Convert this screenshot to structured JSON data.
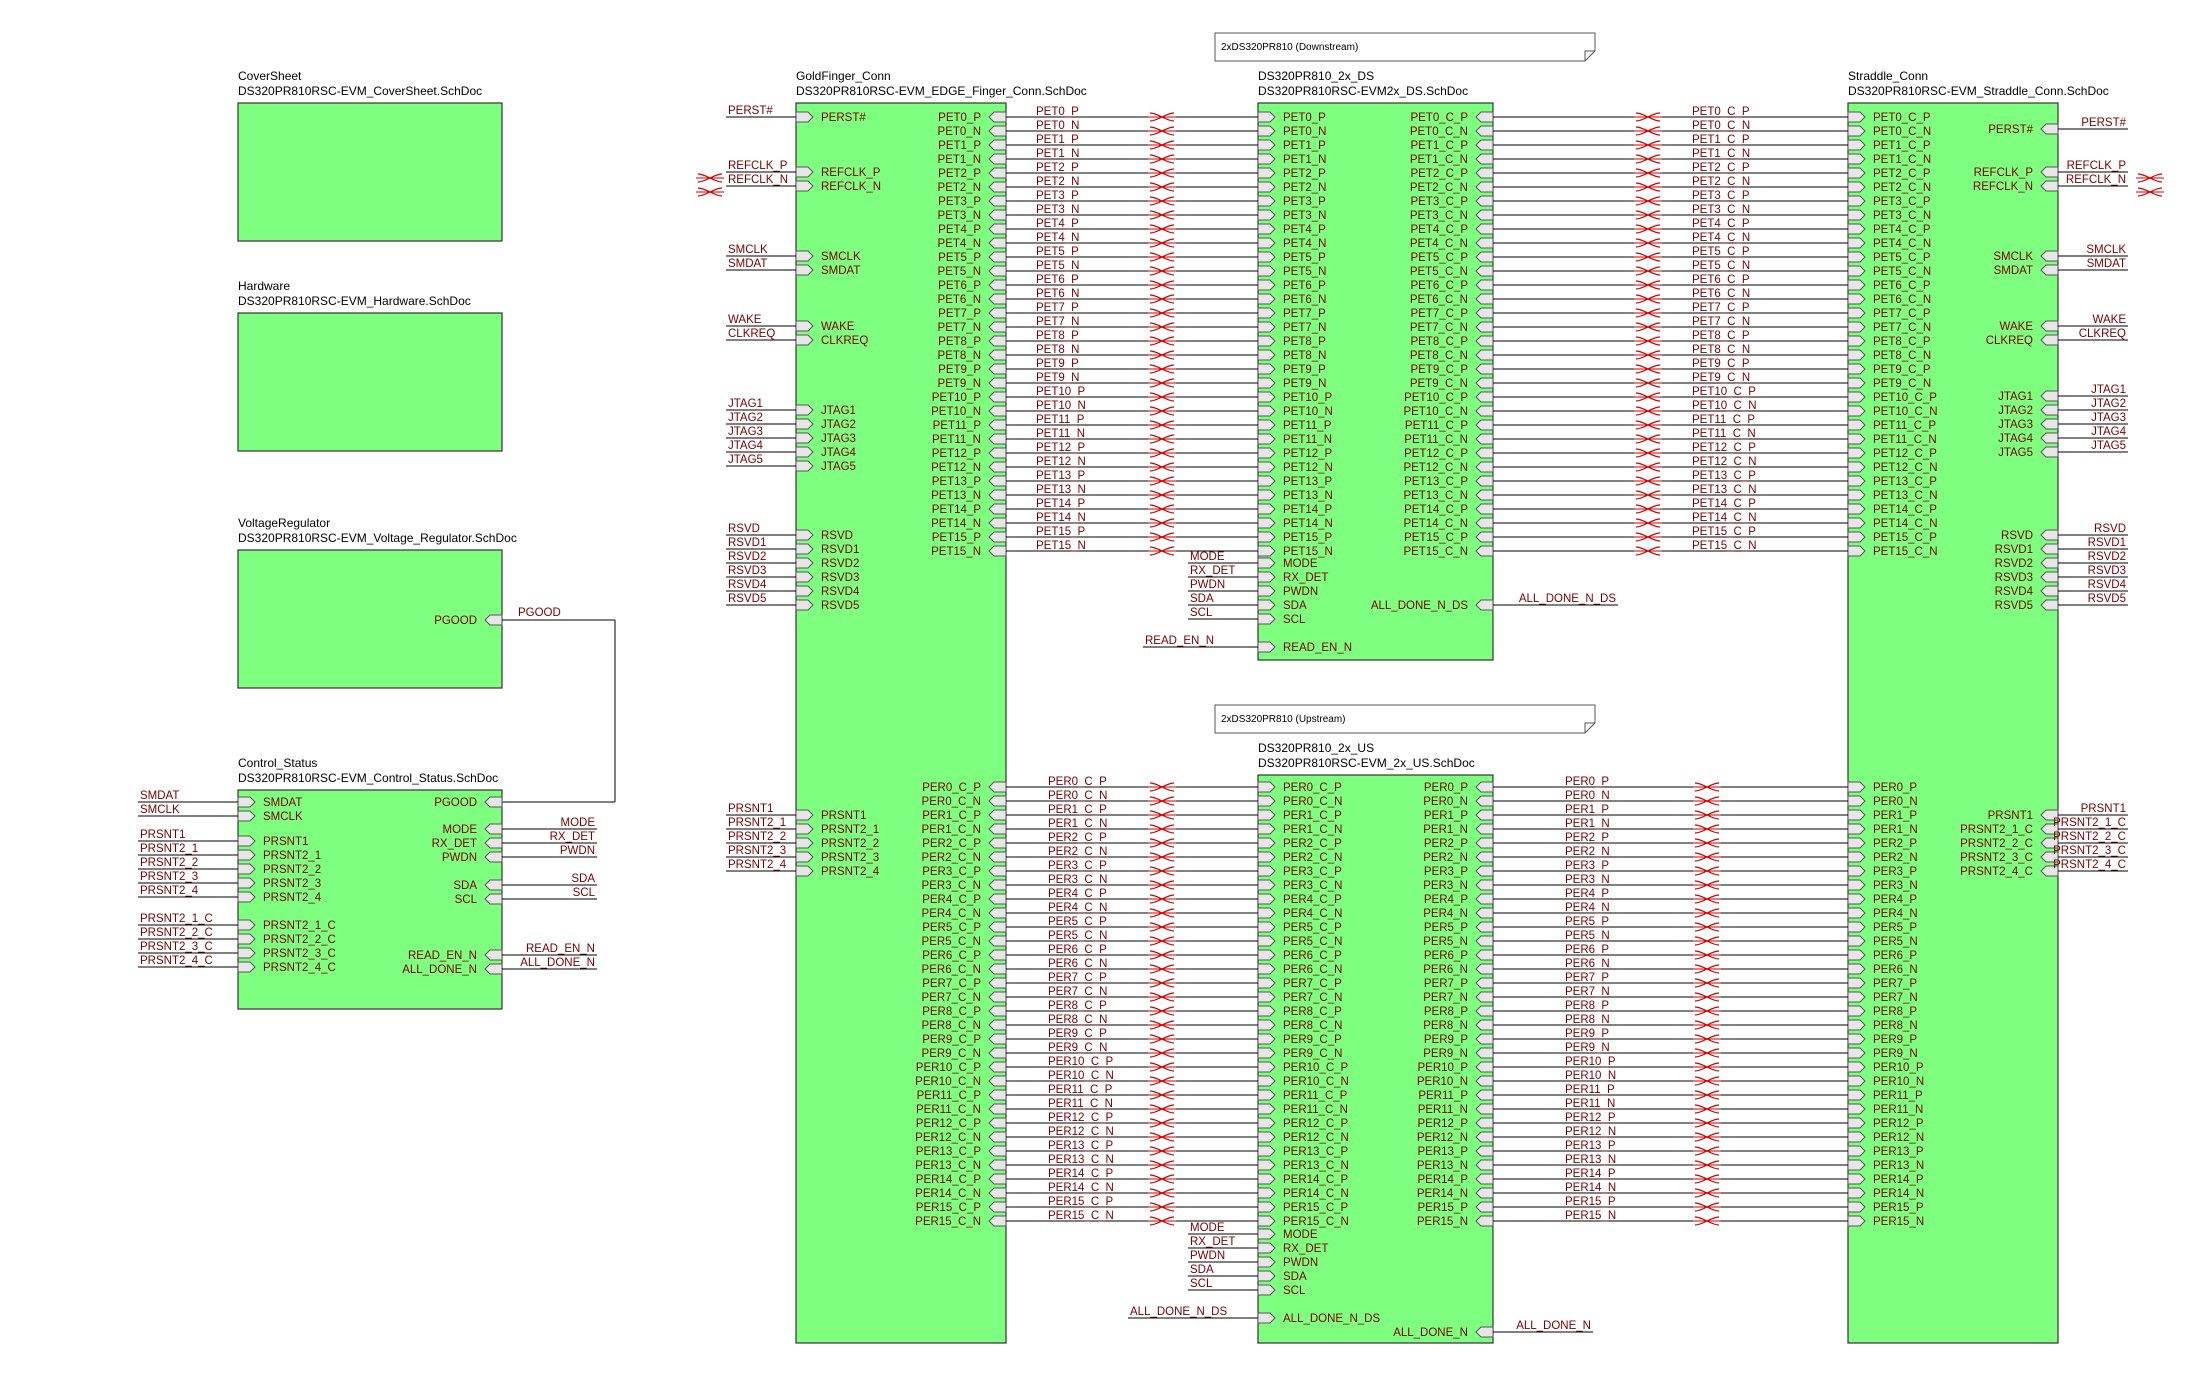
{
  "colors": {
    "block_fill": "#7fff7f",
    "block_stroke": "#333333",
    "wire": "#000000",
    "port_fill": "#e6e6e6",
    "pin_text": "#7a0000",
    "net_text": "#7a0000",
    "crossover": "#cc0000"
  },
  "notes": {
    "downstream": "2xDS320PR810 (Downstream)",
    "upstream": "2xDS320PR810 (Upstream)"
  },
  "sheets": {
    "cover": {
      "name": "CoverSheet",
      "file": "DS320PR810RSC-EVM_CoverSheet.SchDoc",
      "left_pins": [],
      "right_pins": []
    },
    "hardware": {
      "name": "Hardware",
      "file": "DS320PR810RSC-EVM_Hardware.SchDoc",
      "left_pins": [],
      "right_pins": []
    },
    "voltage": {
      "name": "VoltageRegulator",
      "file": "DS320PR810RSC-EVM_Voltage_Regulator.SchDoc",
      "left_pins": [],
      "right_pins": [
        "PGOOD"
      ]
    },
    "control": {
      "name": "Control_Status",
      "file": "DS320PR810RSC-EVM_Control_Status.SchDoc",
      "left_pins": [
        "SMDAT",
        "SMCLK",
        "PRSNT1",
        "PRSNT2_1",
        "PRSNT2_2",
        "PRSNT2_3",
        "PRSNT2_4",
        "PRSNT2_1_C",
        "PRSNT2_2_C",
        "PRSNT2_3_C",
        "PRSNT2_4_C"
      ],
      "right_pins": [
        "PGOOD",
        "MODE",
        "RX_DET",
        "PWDN",
        "SDA",
        "SCL",
        "READ_EN_N",
        "ALL_DONE_N"
      ]
    },
    "goldfinger": {
      "name": "GoldFinger_Conn",
      "file": "DS320PR810RSC-EVM_EDGE_Finger_Conn.SchDoc",
      "left_pins": [
        "PERST#",
        "REFCLK_P",
        "REFCLK_N",
        "SMCLK",
        "SMDAT",
        "WAKE",
        "CLKREQ",
        "JTAG1",
        "JTAG2",
        "JTAG3",
        "JTAG4",
        "JTAG5",
        "RSVD",
        "RSVD1",
        "RSVD2",
        "RSVD3",
        "RSVD4",
        "RSVD5",
        "PRSNT1",
        "PRSNT2_1",
        "PRSNT2_2",
        "PRSNT2_3",
        "PRSNT2_4"
      ],
      "right_pins": [
        "PET0_P",
        "PET0_N",
        "PET1_P",
        "PET1_N",
        "PET2_P",
        "PET2_N",
        "PET3_P",
        "PET3_N",
        "PET4_P",
        "PET4_N",
        "PET5_P",
        "PET5_N",
        "PET6_P",
        "PET6_N",
        "PET7_P",
        "PET7_N",
        "PET8_P",
        "PET8_N",
        "PET9_P",
        "PET9_N",
        "PET10_P",
        "PET10_N",
        "PET11_P",
        "PET11_N",
        "PET12_P",
        "PET12_N",
        "PET13_P",
        "PET13_N",
        "PET14_P",
        "PET14_N",
        "PET15_P",
        "PET15_N",
        "PER0_C_P",
        "PER0_C_N",
        "PER1_C_P",
        "PER1_C_N",
        "PER2_C_P",
        "PER2_C_N",
        "PER3_C_P",
        "PER3_C_N",
        "PER4_C_P",
        "PER4_C_N",
        "PER5_C_P",
        "PER5_C_N",
        "PER6_C_P",
        "PER6_C_N",
        "PER7_C_P",
        "PER7_C_N",
        "PER8_C_P",
        "PER8_C_N",
        "PER9_C_P",
        "PER9_C_N",
        "PER10_C_P",
        "PER10_C_N",
        "PER11_C_P",
        "PER11_C_N",
        "PER12_C_P",
        "PER12_C_N",
        "PER13_C_P",
        "PER13_C_N",
        "PER14_C_P",
        "PER14_C_N",
        "PER15_C_P",
        "PER15_C_N"
      ]
    },
    "ds": {
      "name": "DS320PR810_2x_DS",
      "file": "DS320PR810RSC-EVM2x_DS.SchDoc",
      "left_pins": [
        "PET0_P",
        "PET0_N",
        "PET1_P",
        "PET1_N",
        "PET2_P",
        "PET2_N",
        "PET3_P",
        "PET3_N",
        "PET4_P",
        "PET4_N",
        "PET5_P",
        "PET5_N",
        "PET6_P",
        "PET6_N",
        "PET7_P",
        "PET7_N",
        "PET8_P",
        "PET8_N",
        "PET9_P",
        "PET9_N",
        "PET10_P",
        "PET10_N",
        "PET11_P",
        "PET11_N",
        "PET12_P",
        "PET12_N",
        "PET13_P",
        "PET13_N",
        "PET14_P",
        "PET14_N",
        "PET15_P",
        "PET15_N",
        "MODE",
        "RX_DET",
        "PWDN",
        "SDA",
        "SCL",
        "READ_EN_N"
      ],
      "right_pins": [
        "PET0_C_P",
        "PET0_C_N",
        "PET1_C_P",
        "PET1_C_N",
        "PET2_C_P",
        "PET2_C_N",
        "PET3_C_P",
        "PET3_C_N",
        "PET4_C_P",
        "PET4_C_N",
        "PET5_C_P",
        "PET5_C_N",
        "PET6_C_P",
        "PET6_C_N",
        "PET7_C_P",
        "PET7_C_N",
        "PET8_C_P",
        "PET8_C_N",
        "PET9_C_P",
        "PET9_C_N",
        "PET10_C_P",
        "PET10_C_N",
        "PET11_C_P",
        "PET11_C_N",
        "PET12_C_P",
        "PET12_C_N",
        "PET13_C_P",
        "PET13_C_N",
        "PET14_C_P",
        "PET14_C_N",
        "PET15_C_P",
        "PET15_C_N",
        "ALL_DONE_N_DS"
      ]
    },
    "us": {
      "name": "DS320PR810_2x_US",
      "file": "DS320PR810RSC-EVM_2x_US.SchDoc",
      "left_pins": [
        "PER0_C_P",
        "PER0_C_N",
        "PER1_C_P",
        "PER1_C_N",
        "PER2_C_P",
        "PER2_C_N",
        "PER3_C_P",
        "PER3_C_N",
        "PER4_C_P",
        "PER4_C_N",
        "PER5_C_P",
        "PER5_C_N",
        "PER6_C_P",
        "PER6_C_N",
        "PER7_C_P",
        "PER7_C_N",
        "PER8_C_P",
        "PER8_C_N",
        "PER9_C_P",
        "PER9_C_N",
        "PER10_C_P",
        "PER10_C_N",
        "PER11_C_P",
        "PER11_C_N",
        "PER12_C_P",
        "PER12_C_N",
        "PER13_C_P",
        "PER13_C_N",
        "PER14_C_P",
        "PER14_C_N",
        "PER15_C_P",
        "PER15_C_N",
        "MODE",
        "RX_DET",
        "PWDN",
        "SDA",
        "SCL",
        "ALL_DONE_N_DS"
      ],
      "right_pins": [
        "PER0_P",
        "PER0_N",
        "PER1_P",
        "PER1_N",
        "PER2_P",
        "PER2_N",
        "PER3_P",
        "PER3_N",
        "PER4_P",
        "PER4_N",
        "PER5_P",
        "PER5_N",
        "PER6_P",
        "PER6_N",
        "PER7_P",
        "PER7_N",
        "PER8_P",
        "PER8_N",
        "PER9_P",
        "PER9_N",
        "PER10_P",
        "PER10_N",
        "PER11_P",
        "PER11_N",
        "PER12_P",
        "PER12_N",
        "PER13_P",
        "PER13_N",
        "PER14_P",
        "PER14_N",
        "PER15_P",
        "PER15_N",
        "ALL_DONE_N"
      ]
    },
    "straddle": {
      "name": "Straddle_Conn",
      "file": "DS320PR810RSC-EVM_Straddle_Conn.SchDoc",
      "left_pins": [
        "PET0_C_P",
        "PET0_C_N",
        "PET1_C_P",
        "PET1_C_N",
        "PET2_C_P",
        "PET2_C_N",
        "PET3_C_P",
        "PET3_C_N",
        "PET4_C_P",
        "PET4_C_N",
        "PET5_C_P",
        "PET5_C_N",
        "PET6_C_P",
        "PET6_C_N",
        "PET7_C_P",
        "PET7_C_N",
        "PET8_C_P",
        "PET8_C_N",
        "PET9_C_P",
        "PET9_C_N",
        "PET10_C_P",
        "PET10_C_N",
        "PET11_C_P",
        "PET11_C_N",
        "PET12_C_P",
        "PET12_C_N",
        "PET13_C_P",
        "PET13_C_N",
        "PET14_C_P",
        "PET14_C_N",
        "PET15_C_P",
        "PET15_C_N",
        "PER0_P",
        "PER0_N",
        "PER1_P",
        "PER1_N",
        "PER2_P",
        "PER2_N",
        "PER3_P",
        "PER3_N",
        "PER4_P",
        "PER4_N",
        "PER5_P",
        "PER5_N",
        "PER6_P",
        "PER6_N",
        "PER7_P",
        "PER7_N",
        "PER8_P",
        "PER8_N",
        "PER9_P",
        "PER9_N",
        "PER10_P",
        "PER10_N",
        "PER11_P",
        "PER11_N",
        "PER12_P",
        "PER12_N",
        "PER13_P",
        "PER13_N",
        "PER14_P",
        "PER14_N",
        "PER15_P",
        "PER15_N"
      ],
      "right_pins": [
        "PERST#",
        "REFCLK_P",
        "REFCLK_N",
        "SMCLK",
        "SMDAT",
        "WAKE",
        "CLKREQ",
        "JTAG1",
        "JTAG2",
        "JTAG3",
        "JTAG4",
        "JTAG5",
        "RSVD",
        "RSVD1",
        "RSVD2",
        "RSVD3",
        "RSVD4",
        "RSVD5",
        "PRSNT1",
        "PRSNT2_1_C",
        "PRSNT2_2_C",
        "PRSNT2_3_C",
        "PRSNT2_4_C"
      ]
    }
  },
  "nets": {
    "pgood": "PGOOD",
    "control_left": [
      "SMDAT",
      "SMCLK",
      "PRSNT1",
      "PRSNT2_1",
      "PRSNT2_2",
      "PRSNT2_3",
      "PRSNT2_4",
      "PRSNT2_1_C",
      "PRSNT2_2_C",
      "PRSNT2_3_C",
      "PRSNT2_4_C"
    ],
    "control_right": [
      "MODE",
      "RX_DET",
      "PWDN",
      "SDA",
      "SCL",
      "READ_EN_N",
      "ALL_DONE_N"
    ],
    "goldfinger_left": [
      "PERST#",
      "REFCLK_P",
      "REFCLK_N",
      "SMCLK",
      "SMDAT",
      "WAKE",
      "CLKREQ",
      "JTAG1",
      "JTAG2",
      "JTAG3",
      "JTAG4",
      "JTAG5",
      "RSVD",
      "RSVD1",
      "RSVD2",
      "RSVD3",
      "RSVD4",
      "RSVD5",
      "PRSNT1",
      "PRSNT2_1",
      "PRSNT2_2",
      "PRSNT2_3",
      "PRSNT2_4"
    ],
    "pet_bus": [
      "PET0_P",
      "PET0_N",
      "PET1_P",
      "PET1_N",
      "PET2_P",
      "PET2_N",
      "PET3_P",
      "PET3_N",
      "PET4_P",
      "PET4_N",
      "PET5_P",
      "PET5_N",
      "PET6_P",
      "PET6_N",
      "PET7_P",
      "PET7_N",
      "PET8_P",
      "PET8_N",
      "PET9_P",
      "PET9_N",
      "PET10_P",
      "PET10_N",
      "PET11_P",
      "PET11_N",
      "PET12_P",
      "PET12_N",
      "PET13_P",
      "PET13_N",
      "PET14_P",
      "PET14_N",
      "PET15_P",
      "PET15_N"
    ],
    "pet_c_bus": [
      "PET0_C_P",
      "PET0_C_N",
      "PET1_C_P",
      "PET1_C_N",
      "PET2_C_P",
      "PET2_C_N",
      "PET3_C_P",
      "PET3_C_N",
      "PET4_C_P",
      "PET4_C_N",
      "PET5_C_P",
      "PET5_C_N",
      "PET6_C_P",
      "PET6_C_N",
      "PET7_C_P",
      "PET7_C_N",
      "PET8_C_P",
      "PET8_C_N",
      "PET9_C_P",
      "PET9_C_N",
      "PET10_C_P",
      "PET10_C_N",
      "PET11_C_P",
      "PET11_C_N",
      "PET12_C_P",
      "PET12_C_N",
      "PET13_C_P",
      "PET13_C_N",
      "PET14_C_P",
      "PET14_C_N",
      "PET15_C_P",
      "PET15_C_N"
    ],
    "per_c_bus": [
      "PER0_C_P",
      "PER0_C_N",
      "PER1_C_P",
      "PER1_C_N",
      "PER2_C_P",
      "PER2_C_N",
      "PER3_C_P",
      "PER3_C_N",
      "PER4_C_P",
      "PER4_C_N",
      "PER5_C_P",
      "PER5_C_N",
      "PER6_C_P",
      "PER6_C_N",
      "PER7_C_P",
      "PER7_C_N",
      "PER8_C_P",
      "PER8_C_N",
      "PER9_C_P",
      "PER9_C_N",
      "PER10_C_P",
      "PER10_C_N",
      "PER11_C_P",
      "PER11_C_N",
      "PER12_C_P",
      "PER12_C_N",
      "PER13_C_P",
      "PER13_C_N",
      "PER14_C_P",
      "PER14_C_N",
      "PER15_C_P",
      "PER15_C_N"
    ],
    "per_bus": [
      "PER0_P",
      "PER0_N",
      "PER1_P",
      "PER1_N",
      "PER2_P",
      "PER2_N",
      "PER3_P",
      "PER3_N",
      "PER4_P",
      "PER4_N",
      "PER5_P",
      "PER5_N",
      "PER6_P",
      "PER6_N",
      "PER7_P",
      "PER7_N",
      "PER8_P",
      "PER8_N",
      "PER9_P",
      "PER9_N",
      "PER10_P",
      "PER10_N",
      "PER11_P",
      "PER11_N",
      "PER12_P",
      "PER12_N",
      "PER13_P",
      "PER13_N",
      "PER14_P",
      "PER14_N",
      "PER15_P",
      "PER15_N"
    ],
    "ds_ctrl": [
      "MODE",
      "RX_DET",
      "PWDN",
      "SDA",
      "SCL"
    ],
    "ds_read": "READ_EN_N",
    "ds_done": "ALL_DONE_N_DS",
    "us_ctrl": [
      "MODE",
      "RX_DET",
      "PWDN",
      "SDA",
      "SCL"
    ],
    "us_done_in": "ALL_DONE_N_DS",
    "us_done_out": "ALL_DONE_N",
    "straddle_right": [
      "PERST#",
      "REFCLK_P",
      "REFCLK_N",
      "SMCLK",
      "SMDAT",
      "WAKE",
      "CLKREQ",
      "JTAG1",
      "JTAG2",
      "JTAG3",
      "JTAG4",
      "JTAG5",
      "RSVD",
      "RSVD1",
      "RSVD2",
      "RSVD3",
      "RSVD4",
      "RSVD5",
      "PRSNT1",
      "PRSNT2_1_C",
      "PRSNT2_2_C",
      "PRSNT2_3_C",
      "PRSNT2_4_C"
    ]
  }
}
